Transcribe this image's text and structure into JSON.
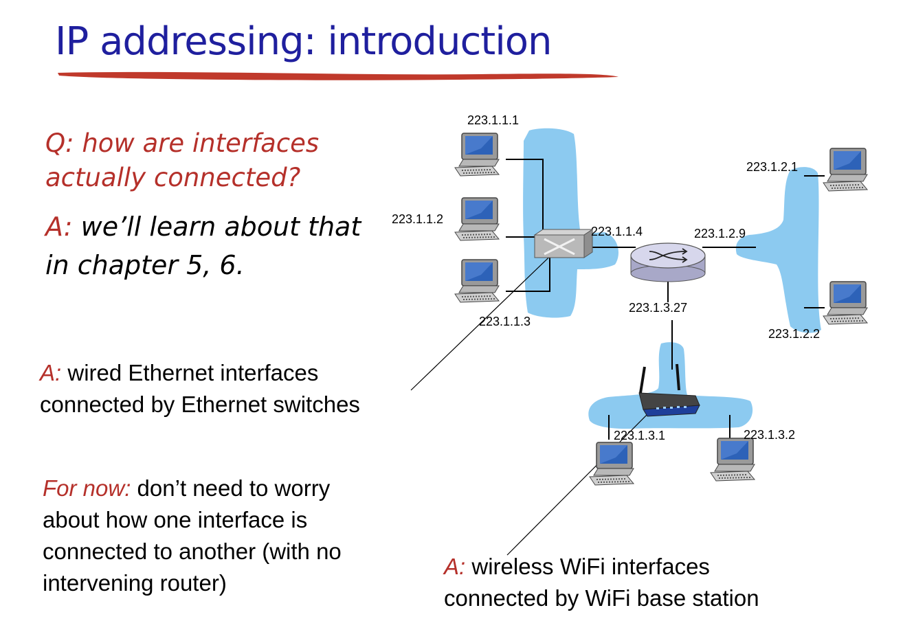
{
  "slide": {
    "title": "IP addressing: introduction",
    "question_line1": "Q: how are interfaces",
    "question_line2": "actually connected?",
    "answer_prefix": "A:",
    "answer_line1_rest": "we’ll learn about that",
    "answer_line2": "in chapter 5, 6.",
    "ethernet_prefix": "A:",
    "ethernet_line1_rest": "wired Ethernet interfaces",
    "ethernet_line2": "connected by Ethernet switches",
    "fornow_prefix": "For now:",
    "fornow_line1_rest": "don’t need to worry",
    "fornow_line2": "about how one interface is",
    "fornow_line3": "connected to another (with no",
    "fornow_line4": "intervening router)",
    "wifi_prefix": "A:",
    "wifi_line1_rest": "wireless WiFi interfaces",
    "wifi_line2": "connected by WiFi base station"
  },
  "diagram": {
    "addresses": {
      "host_a": "223.1.1.1",
      "host_b": "223.1.1.2",
      "host_c": "223.1.1.3",
      "router_if1": "223.1.1.4",
      "router_if2": "223.1.2.9",
      "router_if3": "223.1.3.27",
      "host_d": "223.1.2.1",
      "host_e": "223.1.2.2",
      "host_f": "223.1.3.1",
      "host_g": "223.1.3.2"
    }
  },
  "colors": {
    "title": "#1f1f9e",
    "accent_red": "#b5302a",
    "subnet_blue": "#8ccaf0",
    "underline": "#c0392b"
  }
}
